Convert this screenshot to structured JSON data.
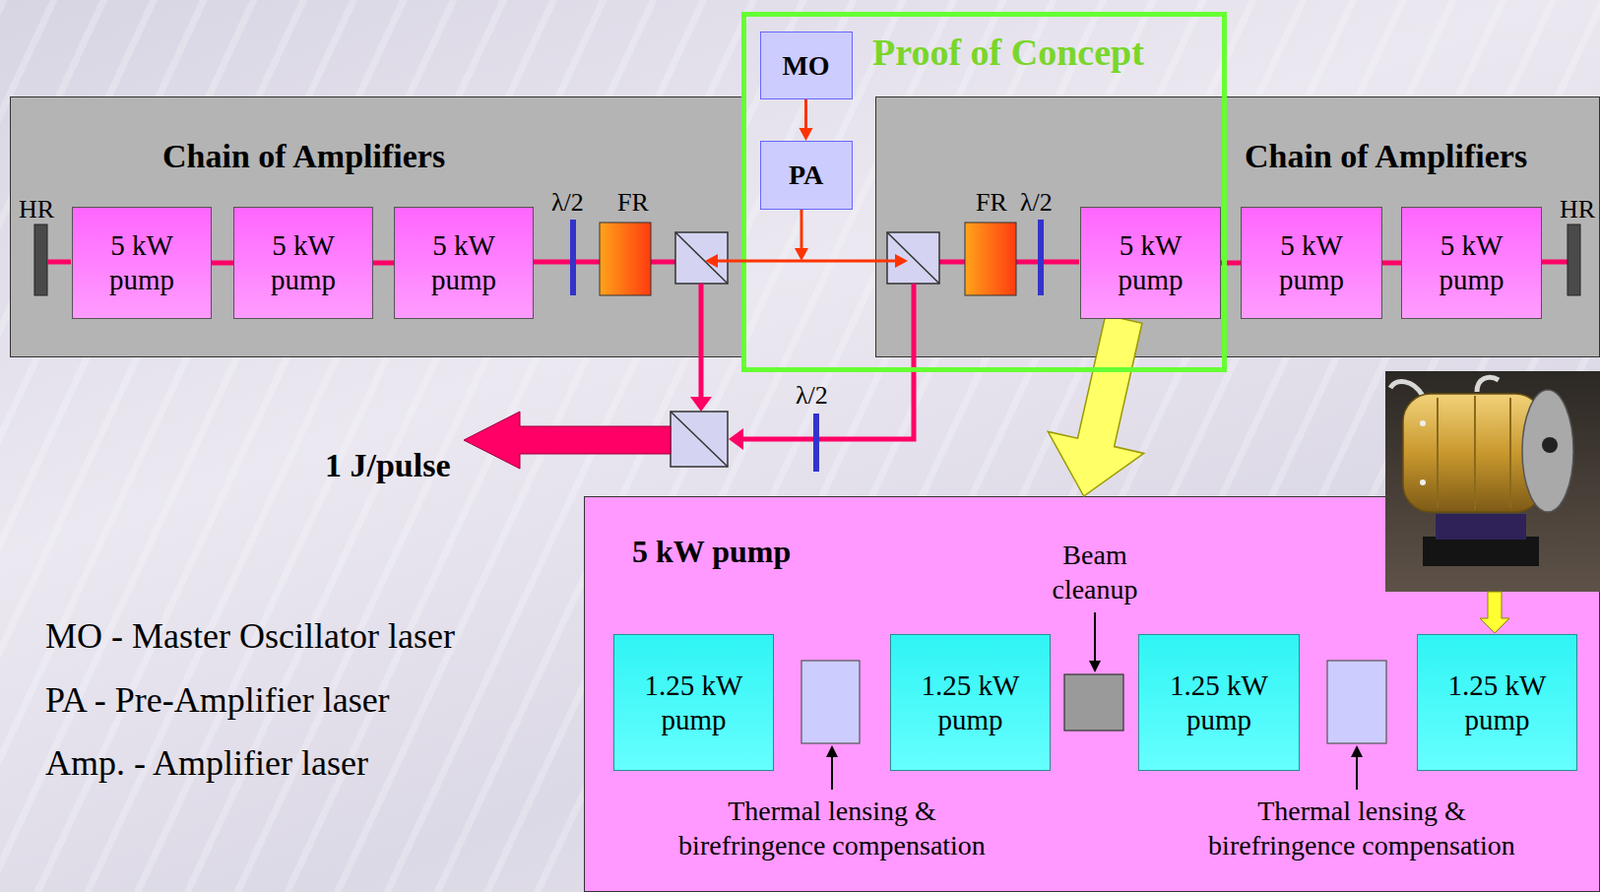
{
  "diagram": {
    "nodes": [
      {
        "text": [
          "Chain of Amplifiers"
        ]
      },
      {
        "text": [
          "5 kW pump"
        ],
        "in": 0
      },
      {
        "text": [
          "5 kW pump"
        ],
        "in": 0
      },
      {
        "text": [
          "5 kW pump"
        ],
        "in": 0
      },
      {
        "text": [
          "Proof of Concept"
        ]
      },
      {
        "text": [
          "MO"
        ],
        "in": 4
      },
      {
        "text": [
          "PA"
        ],
        "in": 4
      },
      {
        "text": [
          "Chain of Amplifiers"
        ]
      },
      {
        "text": [
          "5 kW pump"
        ],
        "in": 7
      },
      {
        "text": [
          "5 kW pump"
        ],
        "in": 7
      },
      {
        "text": [
          "5 kW pump"
        ],
        "in": 7
      },
      {
        "text": [
          "5 kW pump"
        ]
      },
      {
        "text": [
          "1.25 kW pump"
        ],
        "in": 11
      },
      {
        "text": [
          "1.25 kW pump"
        ],
        "in": 11
      },
      {
        "text": [
          "1.25 kW pump"
        ],
        "in": 11
      },
      {
        "text": [
          "1.25 kW pump"
        ],
        "in": 11
      }
    ],
    "edges": [
      {
        "from": 5,
        "to": 6,
        "arrow": "to"
      },
      {
        "from": 1,
        "to": 2,
        "arrow": "none"
      },
      {
        "from": 2,
        "to": 3,
        "arrow": "none"
      },
      {
        "from": 8,
        "to": 9,
        "arrow": "none"
      },
      {
        "from": 9,
        "to": 10,
        "arrow": "none"
      },
      {
        "from": 8,
        "to": 11,
        "arrow": "to"
      }
    ],
    "labels": [
      "HR",
      "λ/2",
      "FR",
      "FR",
      "λ/2",
      "HR",
      "λ/2",
      "1 J/pulse",
      "MO - Master Oscillator laser",
      "PA - Pre-Amplifier laser",
      "Amp. - Amplifier laser",
      "Beam cleanup",
      "Thermal lensing & birefringence compensation",
      "Thermal lensing & birefringence compensation"
    ]
  }
}
